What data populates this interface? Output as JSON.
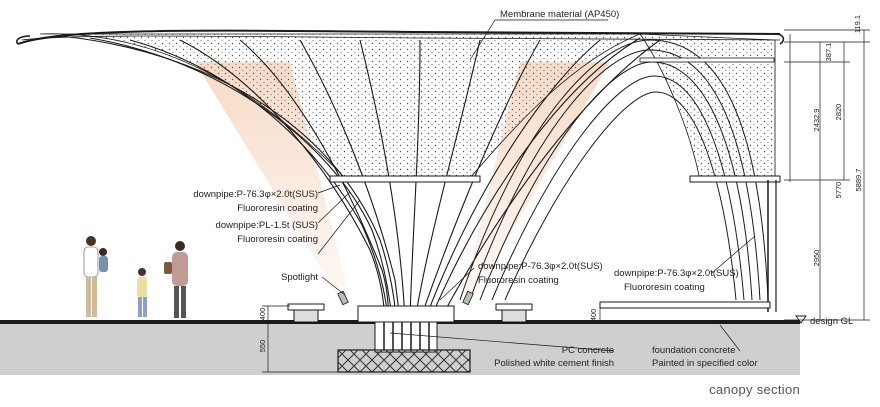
{
  "labels": {
    "membrane": "Membrane material  (AP450)",
    "downpipe_sus": "downpipe:P-76.3φ×2.0t(SUS)",
    "fluororesin": "Fluororesin coating",
    "downpipe_pl": "downpipe:PL-1.5t (SUS)",
    "spotlight": "Spotlight",
    "pc_concrete": "PC concrete",
    "polished": "Polished white cement finish",
    "foundation": "foundation concrete",
    "painted": "Painted in specified color",
    "design_gl": "design GL"
  },
  "dimensions": {
    "d119": "119.1",
    "d387": "387.1",
    "d2432": "2432.9",
    "d2820": "2820",
    "d5770": "5770",
    "d5889": "5889.7",
    "d2950": "2950",
    "d400a": "400",
    "d550": "550",
    "d400b": "400"
  },
  "caption": "canopy section",
  "colors": {
    "line": "#1a1a1a",
    "membrane_dots": "#555555",
    "light_cone": "#f7d9c4",
    "ground": "#cfcfcf",
    "caption": "#555555"
  }
}
